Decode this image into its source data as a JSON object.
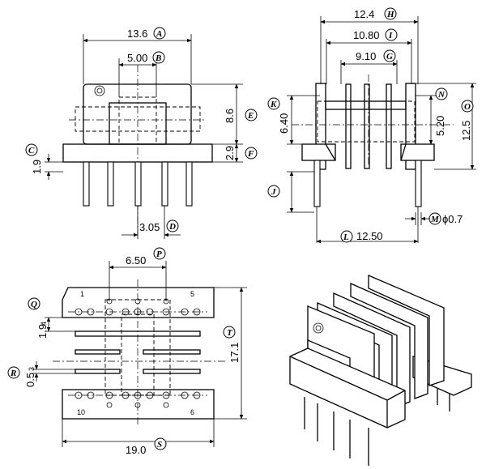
{
  "front_view": {
    "dims": {
      "A": "13.6",
      "B": "5.00",
      "C": "1.9",
      "D": "3.05",
      "E": "8.6",
      "F": "2.9"
    }
  },
  "side_view": {
    "dims": {
      "H": "12.4",
      "I": "10.80",
      "G": "9.10",
      "K": "6.40",
      "N": "5.20",
      "O": "12.5",
      "J": "",
      "L": "12.50",
      "M": "ϕ0.7"
    }
  },
  "bottom_view": {
    "dims": {
      "P": "6.50",
      "Q": "1.9",
      "R": "0.5",
      "T": "17.1",
      "S": "19.0"
    },
    "extra_text": {
      "q2": "4",
      "r2": "3"
    },
    "pin_numbers": {
      "p1": "1",
      "p5": "5",
      "p10": "10",
      "p6": "6"
    }
  },
  "callouts": {
    "A": "A",
    "B": "B",
    "C": "C",
    "D": "D",
    "E": "E",
    "F": "F",
    "G": "G",
    "H": "H",
    "I": "I",
    "J": "J",
    "K": "K",
    "L": "L",
    "M": "M",
    "N": "N",
    "O": "O",
    "P": "P",
    "Q": "Q",
    "R": "R",
    "S": "S",
    "T": "T"
  }
}
